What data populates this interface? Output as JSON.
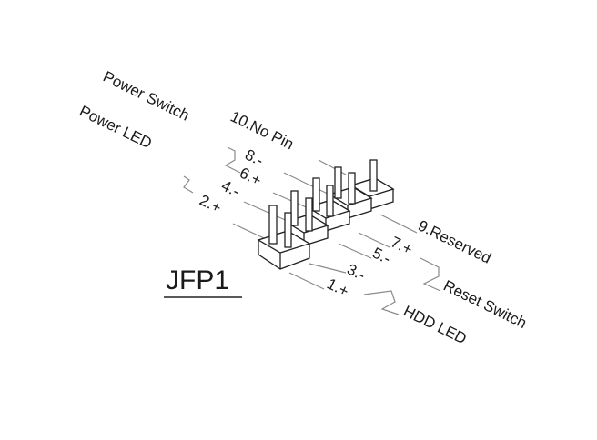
{
  "connector": {
    "name": "JFP1"
  },
  "groups": {
    "power_switch": "Power Switch",
    "power_led": "Power LED",
    "reserved": "9.Reserved",
    "reset_switch": "Reset Switch",
    "hdd_led": "HDD LED"
  },
  "pins": {
    "p10": "10.No Pin",
    "p8": "8.-",
    "p6": "6.+",
    "p4": "4.-",
    "p2": "2.+",
    "p7": "7.+",
    "p5": "5.-",
    "p3": "3.-",
    "p1": "1.+"
  }
}
